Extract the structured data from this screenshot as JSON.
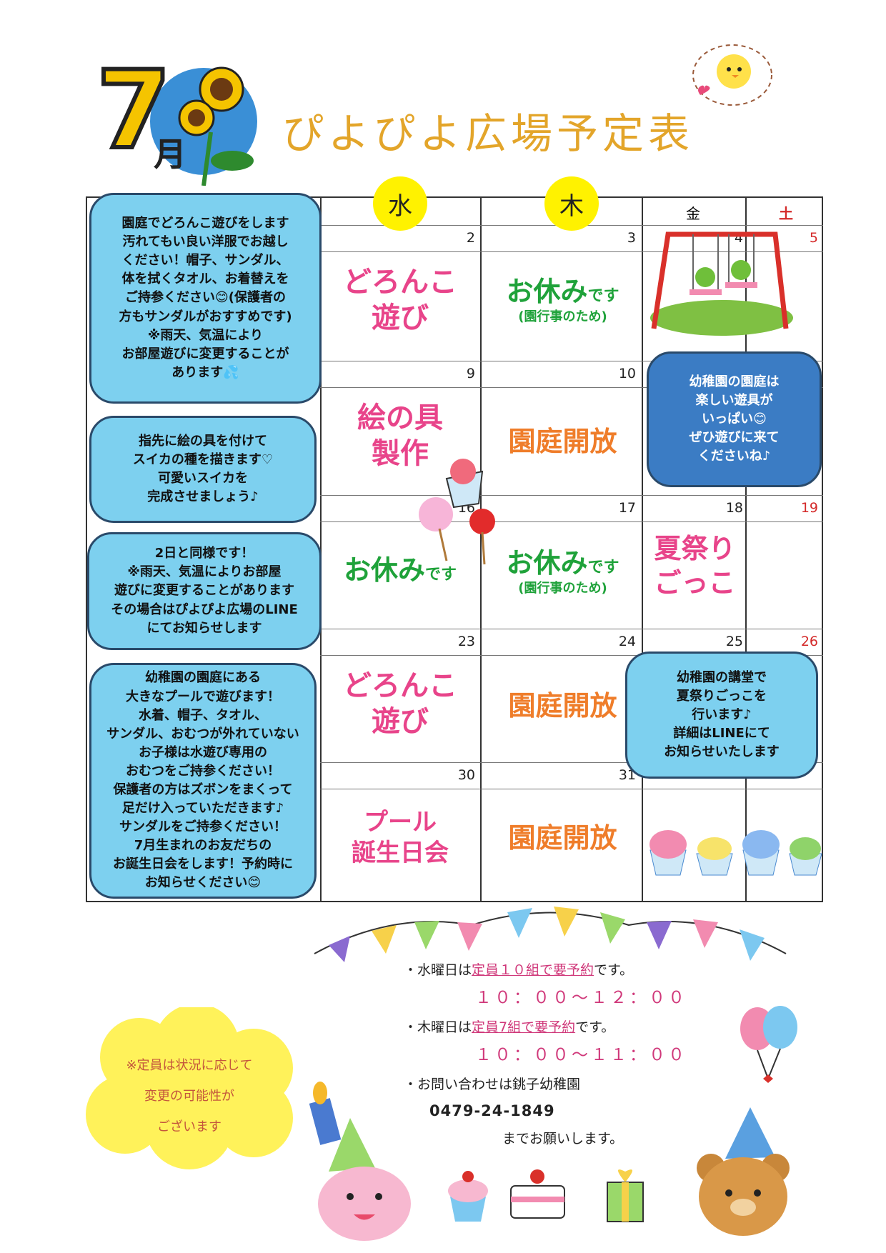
{
  "header": {
    "month": "7",
    "month_suffix": "月",
    "title": "ぴよぴよ広場予定表"
  },
  "weekdays": {
    "wed": "水",
    "thu": "木",
    "fri": "金",
    "sat": "土"
  },
  "days": {
    "d2": "2",
    "d3": "3",
    "d4": "4",
    "d5": "5",
    "d9": "9",
    "d10": "10",
    "d16": "16",
    "d17": "17",
    "d18": "18",
    "d19": "19",
    "d23": "23",
    "d24": "24",
    "d25": "25",
    "d26": "26",
    "d30": "30",
    "d31": "31"
  },
  "events": {
    "w1_wed_l1": "どろんこ",
    "w1_wed_l2": "遊び",
    "w1_thu_main": "お休み",
    "w1_thu_suffix": "です",
    "w1_thu_sub": "(園行事のため)",
    "w2_wed_l1": "絵の具",
    "w2_wed_l2": "製作",
    "w2_thu": "園庭開放",
    "w3_wed_main": "お休み",
    "w3_wed_suffix": "です",
    "w3_thu_main": "お休み",
    "w3_thu_suffix": "です",
    "w3_thu_sub": "(園行事のため)",
    "w3_fri_l1": "夏祭り",
    "w3_fri_l2": "ごっこ",
    "w4_wed_l1": "どろんこ",
    "w4_wed_l2": "遊び",
    "w4_thu": "園庭開放",
    "w5_wed_l1": "プール",
    "w5_wed_l2": "誕生日会",
    "w5_thu": "園庭開放"
  },
  "callouts": {
    "c1": "園庭でどろんこ遊びをします\n汚れてもい良い洋服でお越し\nください！帽子、サンダル、\n体を拭くタオル、お着替えを\nご持参ください😊(保護者の\n方もサンダルがおすすめです)\n※雨天、気温により\nお部屋遊びに変更することが\nあります💦",
    "c2": "指先に絵の具を付けて\nスイカの種を描きます♡\n可愛いスイカを\n完成させましょう♪",
    "c3": "2日と同様です！\n※雨天、気温によりお部屋\n遊びに変更することがあります\nその場合はぴよぴよ広場のLINE\nにてお知らせします",
    "c4": "幼稚園の園庭にある\n大きなプールで遊びます！\n水着、帽子、タオル、\nサンダル、おむつが外れていない\nお子様は水遊び専用の\nおむつをご持参ください！\n保護者の方はズボンをまくって\n足だけ入っていただきます♪\nサンダルをご持参ください！\n7月生まれのお友だちの\nお誕生日会をします！予約時に\nお知らせください😊",
    "c5": "幼稚園の園庭は\n楽しい遊具が\nいっぱい😊\nぜひ遊びに来て\nくださいね♪",
    "c6": "幼稚園の講堂で\n夏祭りごっこを\n行います♪\n詳細はLINEにて\nお知らせいたします"
  },
  "footer": {
    "note_l1": "※定員は状況に応じて",
    "note_l2": "変更の可能性が",
    "note_l3": "ございます",
    "wed_prefix": "・水曜日は",
    "wed_cap": "定員１０組で要予約",
    "wed_suffix": "です。",
    "wed_time": "１０：００～１２：００",
    "thu_prefix": "・木曜日は",
    "thu_cap": "定員7組で要予約",
    "thu_suffix": "です。",
    "thu_time": "１０：００～１１：００",
    "contact": "・お問い合わせは銚子幼稚園",
    "tel": "0479-24-1849",
    "closing": "までお願いします。"
  },
  "colors": {
    "accent_yellow": "#fff200",
    "bubble_blue": "#7dd0ef",
    "bubble_dark": "#3b7cc4",
    "event_pink": "#e8448a",
    "event_green": "#1fa23a",
    "event_orange": "#ef7d2a",
    "title_gold": "#e3a52a"
  },
  "icons": [
    "sunflower-icon",
    "chick-icon",
    "swing-frogs-icon",
    "shaved-ice-icon",
    "cotton-candy-icon",
    "candy-apple-icon",
    "bunting-icon",
    "balloons-icon",
    "bunny-icon",
    "bear-icon",
    "cake-icon",
    "gift-icon",
    "star-icon"
  ]
}
